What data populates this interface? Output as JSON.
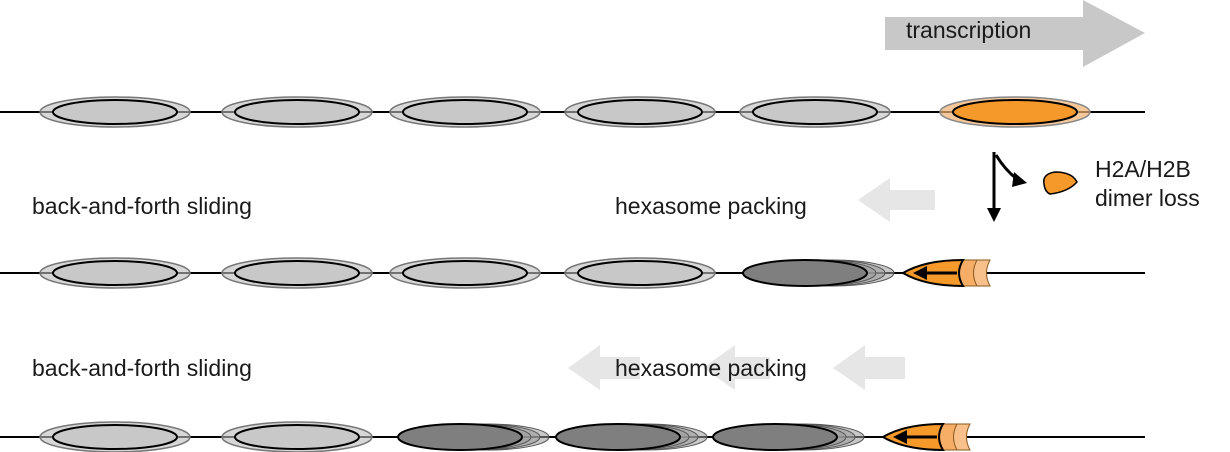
{
  "labels": {
    "transcription": "transcription",
    "dimer_loss_line1": "H2A/H2B",
    "dimer_loss_line2": "dimer loss",
    "row2_sliding": "back-and-forth sliding",
    "row2_packing": "hexasome packing",
    "row3_sliding": "back-and-forth sliding",
    "row3_packing": "hexasome packing"
  },
  "colors": {
    "nucleosome": "#c8c8c8",
    "hexasome_packed": "#7f7f7f",
    "transcribing": "#f59a2a",
    "arrow_light": "#e6e6e6",
    "transcription_arrow": "#c8c8c8"
  }
}
